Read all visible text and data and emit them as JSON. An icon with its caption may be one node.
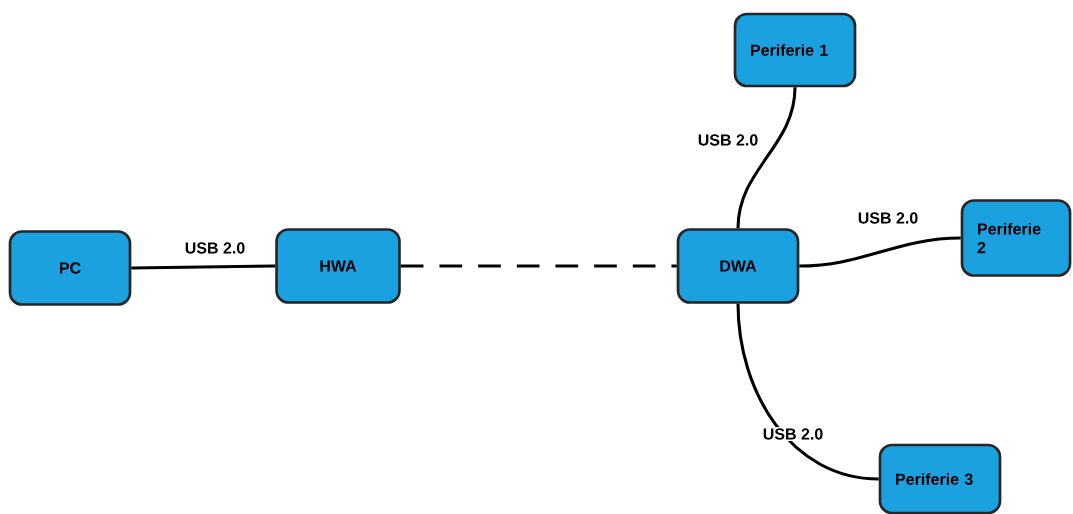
{
  "diagram": {
    "nodes": [
      {
        "text": [
          "PC"
        ]
      },
      {
        "text": [
          "HWA"
        ]
      },
      {
        "text": [
          "DWA"
        ]
      },
      {
        "text": [
          "Periferie 1"
        ]
      },
      {
        "text": [
          "Periferie 2"
        ]
      },
      {
        "text": [
          "Periferie 3"
        ]
      }
    ],
    "edges": [
      {
        "from": 0,
        "to": 1,
        "arrow": "none",
        "label": "USB 2.0"
      },
      {
        "from": 1,
        "to": 2,
        "arrow": "none",
        "style": "dashed"
      },
      {
        "from": 2,
        "to": 3,
        "arrow": "none",
        "label": "USB 2.0"
      },
      {
        "from": 2,
        "to": 4,
        "arrow": "none",
        "label": "USB 2.0"
      },
      {
        "from": 2,
        "to": 5,
        "arrow": "none",
        "label": "USB 2.0"
      }
    ]
  }
}
